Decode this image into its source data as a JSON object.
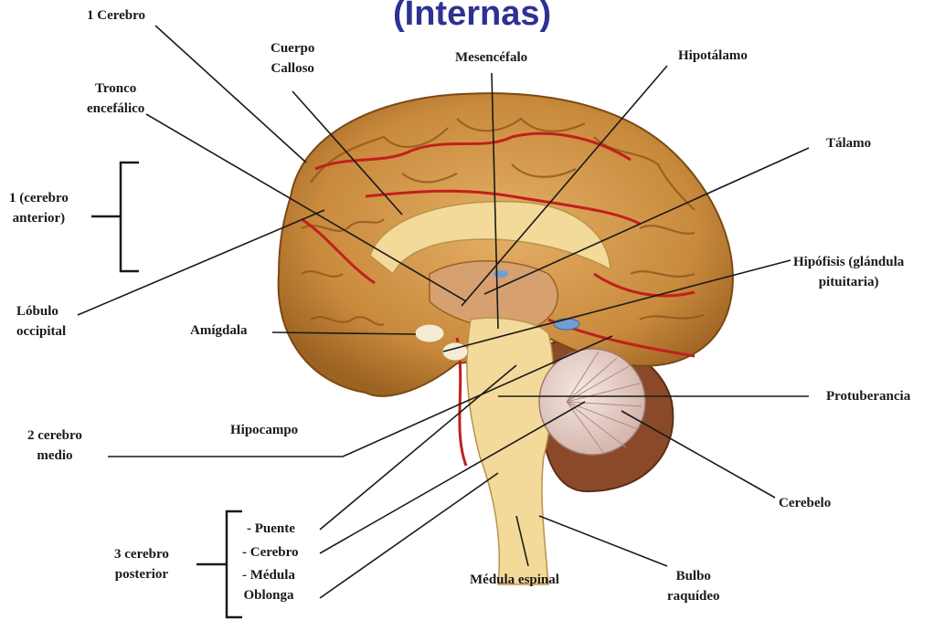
{
  "title": "(Internas)",
  "labels": {
    "cerebro_1": "1 Cerebro",
    "cuerpo_calloso": "Cuerpo\nCalloso",
    "mesencefalo": "Mesencéfalo",
    "hipotalamo": "Hipotálamo",
    "tronco_encefalico": "Tronco\nencefálico",
    "talamo": "Tálamo",
    "cerebro_anterior": "1 (cerebro\nanterior)",
    "hipofisis": "Hipófisis (glándula\npituitaria)",
    "lobulo_occipital": "Lóbulo\noccipital",
    "amigdala": "Amígdala",
    "protuberancia": "Protuberancia",
    "hipocampo": "Hipocampo",
    "cerebro_medio": "2 cerebro\nmedio",
    "cerebelo": "Cerebelo",
    "puente": "- Puente",
    "cerebro": "- Cerebro",
    "medula_oblonga": "- Médula\nOblonga",
    "cerebro_posterior": "3 cerebro\nposterior",
    "medula_espinal": "Médula espinal",
    "bulbo_raquideo": "Bulbo\nraquídeo"
  },
  "colors": {
    "title": "#2e3192",
    "cortex": "#c98a3c",
    "cortex_dark": "#8a5418",
    "arteries": "#c21f1f",
    "inner": "#f3d99a",
    "cerebellum": "#ead3cf",
    "lines": "#1a1a1a"
  }
}
